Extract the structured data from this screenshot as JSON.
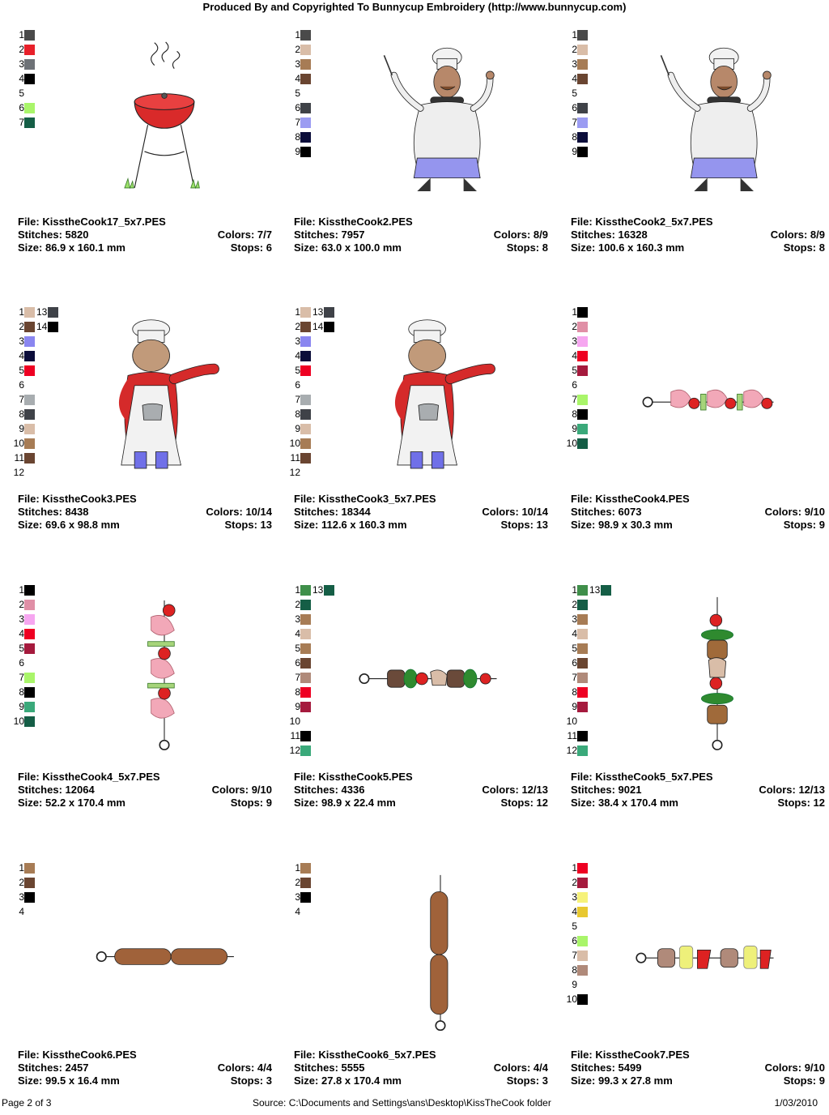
{
  "header": {
    "title": "Produced By and Copyrighted To Bunnycup Embroidery (http://www.bunnycup.com)"
  },
  "labels": {
    "file": "File:",
    "stitches": "Stitches:",
    "size": "Size:",
    "colors": "Colors:",
    "stops": "Stops:"
  },
  "designs": [
    {
      "file": "KisstheCook17_5x7.PES",
      "stitches": "5820",
      "size": "86.9 x 160.1 mm",
      "colors": "7/7",
      "stops": "6",
      "swatches": [
        [
          "1",
          "#4a4a4a"
        ],
        [
          "2",
          "#e8202a"
        ],
        [
          "3",
          "#6e7277"
        ],
        [
          "4",
          "#000000"
        ],
        [
          "5",
          ""
        ],
        [
          "6",
          "#a9f56a"
        ],
        [
          "7",
          "#155e46"
        ]
      ],
      "art": "grill"
    },
    {
      "file": "KisstheCook2.PES",
      "stitches": "7957",
      "size": "63.0 x 100.0 mm",
      "colors": "8/9",
      "stops": "8",
      "swatches": [
        [
          "1",
          "#4a4a4a"
        ],
        [
          "2",
          "#d9bda8"
        ],
        [
          "3",
          "#a77c55"
        ],
        [
          "4",
          "#6a4531"
        ],
        [
          "5",
          ""
        ],
        [
          "6",
          "#3f4248"
        ],
        [
          "7",
          "#9b9cf2"
        ],
        [
          "8",
          "#0b0d3a"
        ],
        [
          "9",
          "#000000"
        ]
      ],
      "art": "chef-fork"
    },
    {
      "file": "KisstheCook2_5x7.PES",
      "stitches": "16328",
      "size": "100.6 x 160.3 mm",
      "colors": "8/9",
      "stops": "8",
      "swatches": [
        [
          "1",
          "#4a4a4a"
        ],
        [
          "2",
          "#d9bda8"
        ],
        [
          "3",
          "#a77c55"
        ],
        [
          "4",
          "#6a4531"
        ],
        [
          "5",
          ""
        ],
        [
          "6",
          "#3f4248"
        ],
        [
          "7",
          "#9b9cf2"
        ],
        [
          "8",
          "#0b0d3a"
        ],
        [
          "9",
          "#000000"
        ]
      ],
      "art": "chef-fork"
    },
    {
      "file": "KisstheCook3.PES",
      "stitches": "8438",
      "size": "69.6 x 98.8 mm",
      "colors": "10/14",
      "stops": "13",
      "swatches": [
        [
          "1",
          "#d9bda8"
        ],
        [
          "2",
          "#6a4531"
        ],
        [
          "3",
          "#8a86f0"
        ],
        [
          "4",
          "#0b0d3a"
        ],
        [
          "5",
          "#ee0022"
        ],
        [
          "6",
          ""
        ],
        [
          "7",
          "#a8adb0"
        ],
        [
          "8",
          "#3f4248"
        ],
        [
          "9",
          "#d9bda8"
        ],
        [
          "10",
          "#a77c55"
        ],
        [
          "11",
          "#6a4531"
        ],
        [
          "12",
          ""
        ]
      ],
      "swatches2": [
        [
          "13",
          "#3f4248"
        ],
        [
          "14",
          "#000000"
        ]
      ],
      "art": "chef-apron"
    },
    {
      "file": "KisstheCook3_5x7.PES",
      "stitches": "18344",
      "size": "112.6 x 160.3 mm",
      "colors": "10/14",
      "stops": "13",
      "swatches": [
        [
          "1",
          "#d9bda8"
        ],
        [
          "2",
          "#6a4531"
        ],
        [
          "3",
          "#8a86f0"
        ],
        [
          "4",
          "#0b0d3a"
        ],
        [
          "5",
          "#ee0022"
        ],
        [
          "6",
          ""
        ],
        [
          "7",
          "#a8adb0"
        ],
        [
          "8",
          "#3f4248"
        ],
        [
          "9",
          "#d9bda8"
        ],
        [
          "10",
          "#a77c55"
        ],
        [
          "11",
          "#6a4531"
        ],
        [
          "12",
          ""
        ]
      ],
      "swatches2": [
        [
          "13",
          "#3f4248"
        ],
        [
          "14",
          "#000000"
        ]
      ],
      "art": "chef-apron"
    },
    {
      "file": "KisstheCook4.PES",
      "stitches": "6073",
      "size": "98.9 x 30.3 mm",
      "colors": "9/10",
      "stops": "9",
      "swatches": [
        [
          "1",
          "#000000"
        ],
        [
          "2",
          "#e08fa6"
        ],
        [
          "3",
          "#f6a6f0"
        ],
        [
          "4",
          "#ee0022"
        ],
        [
          "5",
          "#a51a3d"
        ],
        [
          "6",
          ""
        ],
        [
          "7",
          "#a9f56a"
        ],
        [
          "8",
          "#000000"
        ],
        [
          "9",
          "#3aa97a"
        ],
        [
          "10",
          "#155e46"
        ]
      ],
      "art": "shrimp-h"
    },
    {
      "file": "KisstheCook4_5x7.PES",
      "stitches": "12064",
      "size": "52.2 x 170.4 mm",
      "colors": "9/10",
      "stops": "9",
      "swatches": [
        [
          "1",
          "#000000"
        ],
        [
          "2",
          "#e08fa6"
        ],
        [
          "3",
          "#f6a6f0"
        ],
        [
          "4",
          "#ee0022"
        ],
        [
          "5",
          "#a51a3d"
        ],
        [
          "6",
          ""
        ],
        [
          "7",
          "#a9f56a"
        ],
        [
          "8",
          "#000000"
        ],
        [
          "9",
          "#3aa97a"
        ],
        [
          "10",
          "#155e46"
        ]
      ],
      "art": "shrimp-v"
    },
    {
      "file": "KisstheCook5.PES",
      "stitches": "4336",
      "size": "98.9 x 22.4 mm",
      "colors": "12/13",
      "stops": "12",
      "swatches": [
        [
          "1",
          "#3f8f4a"
        ],
        [
          "2",
          "#155e46"
        ],
        [
          "3",
          "#a77c55"
        ],
        [
          "4",
          "#d9bda8"
        ],
        [
          "5",
          "#a77c55"
        ],
        [
          "6",
          "#6a4531"
        ],
        [
          "7",
          "#b08a7a"
        ],
        [
          "8",
          "#ee0022"
        ],
        [
          "9",
          "#a51a3d"
        ],
        [
          "10",
          ""
        ],
        [
          "11",
          "#000000"
        ],
        [
          "12",
          "#3aa97a"
        ]
      ],
      "swatches2": [
        [
          "13",
          "#155e46"
        ]
      ],
      "art": "kebab-h"
    },
    {
      "file": "KisstheCook5_5x7.PES",
      "stitches": "9021",
      "size": "38.4 x 170.4 mm",
      "colors": "12/13",
      "stops": "12",
      "swatches": [
        [
          "1",
          "#3f8f4a"
        ],
        [
          "2",
          "#155e46"
        ],
        [
          "3",
          "#a77c55"
        ],
        [
          "4",
          "#d9bda8"
        ],
        [
          "5",
          "#a77c55"
        ],
        [
          "6",
          "#6a4531"
        ],
        [
          "7",
          "#b08a7a"
        ],
        [
          "8",
          "#ee0022"
        ],
        [
          "9",
          "#a51a3d"
        ],
        [
          "10",
          ""
        ],
        [
          "11",
          "#000000"
        ],
        [
          "12",
          "#3aa97a"
        ]
      ],
      "swatches2": [
        [
          "13",
          "#155e46"
        ]
      ],
      "art": "kebab-v"
    },
    {
      "file": "KisstheCook6.PES",
      "stitches": "2457",
      "size": "99.5 x 16.4 mm",
      "colors": "4/4",
      "stops": "3",
      "swatches": [
        [
          "1",
          "#a77c55"
        ],
        [
          "2",
          "#6a4531"
        ],
        [
          "3",
          "#000000"
        ],
        [
          "4",
          ""
        ]
      ],
      "art": "sausage-h"
    },
    {
      "file": "KisstheCook6_5x7.PES",
      "stitches": "5555",
      "size": "27.8 x 170.4 mm",
      "colors": "4/4",
      "stops": "3",
      "swatches": [
        [
          "1",
          "#a77c55"
        ],
        [
          "2",
          "#6a4531"
        ],
        [
          "3",
          "#000000"
        ],
        [
          "4",
          ""
        ]
      ],
      "art": "sausage-v"
    },
    {
      "file": "KisstheCook7.PES",
      "stitches": "5499",
      "size": "99.3 x 27.8 mm",
      "colors": "9/10",
      "stops": "9",
      "swatches": [
        [
          "1",
          "#ee0022"
        ],
        [
          "2",
          "#a51a3d"
        ],
        [
          "3",
          "#f6f27a"
        ],
        [
          "4",
          "#e8c830"
        ],
        [
          "5",
          ""
        ],
        [
          "6",
          "#a9f56a"
        ],
        [
          "7",
          "#d9bda8"
        ],
        [
          "8",
          "#b08a7a"
        ],
        [
          "9",
          ""
        ],
        [
          "10",
          "#000000"
        ]
      ],
      "art": "veg-kebab"
    }
  ],
  "footer": {
    "page": "Page 2 of 3",
    "source": "Source: C:\\Documents and Settings\\ans\\Desktop\\KissTheCook folder",
    "date": "1/03/2010"
  }
}
